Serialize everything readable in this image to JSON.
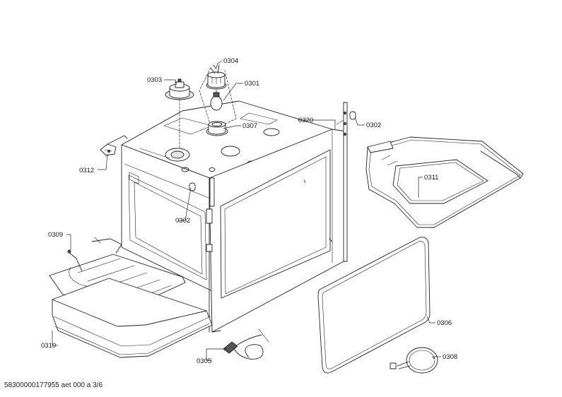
{
  "footer_text": "58300000177955 aet 000 a 3/6",
  "callouts": [
    {
      "id": "0304",
      "label": "0304"
    },
    {
      "id": "0303",
      "label": "0303"
    },
    {
      "id": "0301",
      "label": "0301"
    },
    {
      "id": "0307",
      "label": "0307"
    },
    {
      "id": "0320",
      "label": "0320"
    },
    {
      "id": "0302a",
      "label": "0302"
    },
    {
      "id": "0312",
      "label": "0312"
    },
    {
      "id": "0302b",
      "label": "0302"
    },
    {
      "id": "0311",
      "label": "0311"
    },
    {
      "id": "0309",
      "label": "0309"
    },
    {
      "id": "0310",
      "label": "0310"
    },
    {
      "id": "0305",
      "label": "0305"
    },
    {
      "id": "0306",
      "label": "0306"
    },
    {
      "id": "0308",
      "label": "0308"
    }
  ]
}
